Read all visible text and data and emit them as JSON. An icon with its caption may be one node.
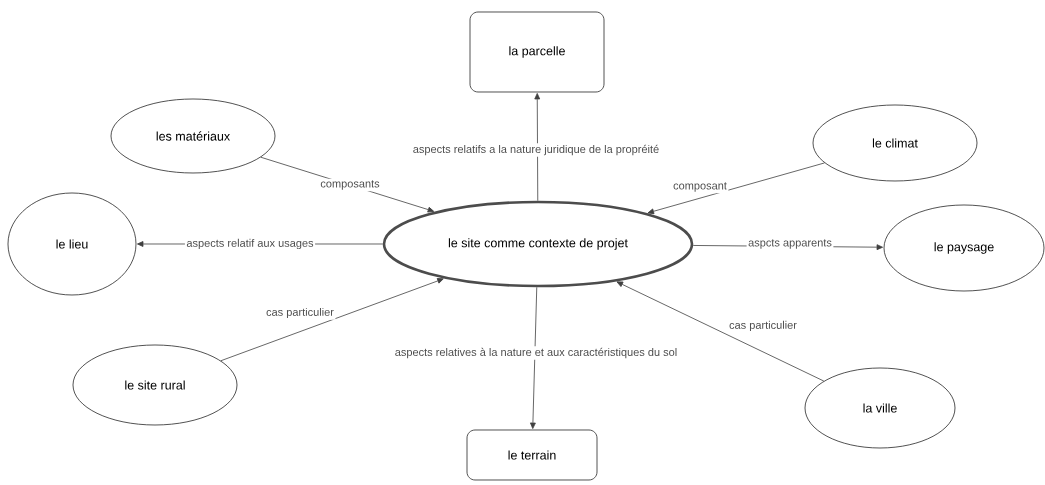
{
  "diagram": {
    "nodes": [
      {
        "text": [
          "le site comme contexte de projet"
        ]
      },
      {
        "text": [
          "la parcelle"
        ]
      },
      {
        "text": [
          "les matériaux"
        ]
      },
      {
        "text": [
          "le climat"
        ]
      },
      {
        "text": [
          "le lieu"
        ]
      },
      {
        "text": [
          "le paysage"
        ]
      },
      {
        "text": [
          "le site rural"
        ]
      },
      {
        "text": [
          "la ville"
        ]
      },
      {
        "text": [
          "le terrain"
        ]
      }
    ],
    "edges": [
      {
        "from": 0,
        "to": 1,
        "arrow": "to",
        "label": "aspects relatifs a la nature juridique de la propréité"
      },
      {
        "from": 2,
        "to": 0,
        "arrow": "to",
        "label": "composants"
      },
      {
        "from": 3,
        "to": 0,
        "arrow": "to",
        "label": "composant"
      },
      {
        "from": 0,
        "to": 4,
        "arrow": "to",
        "label": "aspects relatif aux usages"
      },
      {
        "from": 0,
        "to": 5,
        "arrow": "to",
        "label": "aspcts apparents"
      },
      {
        "from": 6,
        "to": 0,
        "arrow": "to",
        "label": "cas particulier"
      },
      {
        "from": 7,
        "to": 0,
        "arrow": "to",
        "label": "cas particulier"
      },
      {
        "from": 0,
        "to": 8,
        "arrow": "to",
        "label": "aspects relatives à la nature et aux caractéristiques du sol"
      }
    ]
  }
}
